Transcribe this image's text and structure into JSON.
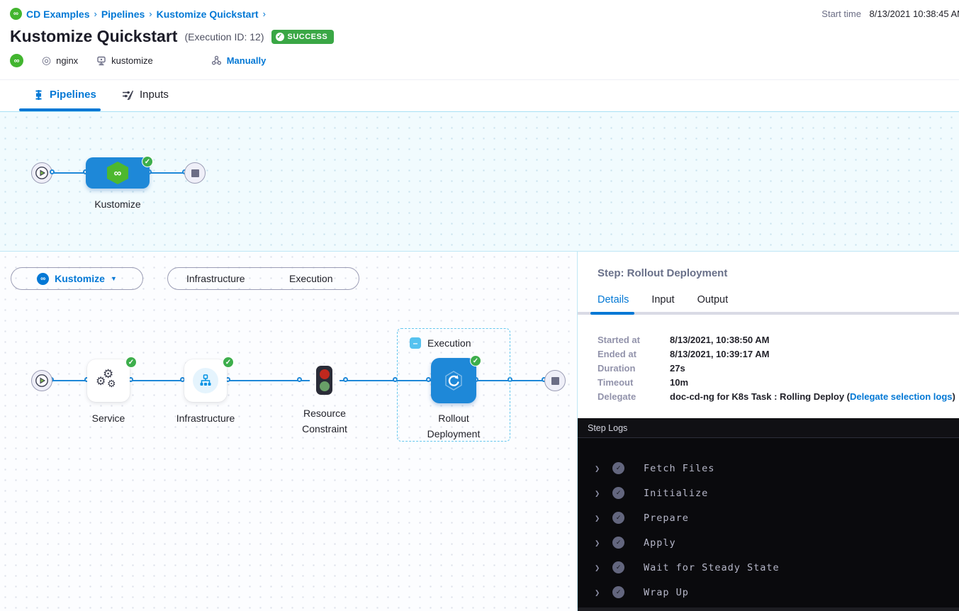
{
  "breadcrumb": {
    "items": [
      "CD Examples",
      "Pipelines",
      "Kustomize Quickstart"
    ],
    "separator": "›"
  },
  "header": {
    "title": "Kustomize Quickstart",
    "execution_id": "(Execution ID: 12)",
    "status": "SUCCESS",
    "start_time_label": "Start time",
    "start_time_value": "8/13/2021 10:38:45 AM",
    "tags": {
      "service": "nginx",
      "environment": "kustomize",
      "trigger": "Manually"
    }
  },
  "tabs": {
    "pipelines": "Pipelines",
    "inputs": "Inputs"
  },
  "stage_graph": {
    "stage_label": "Kustomize"
  },
  "execution_graph": {
    "stage_selector": "Kustomize",
    "toggle": {
      "infrastructure": "Infrastructure",
      "execution": "Execution"
    },
    "group_label": "Execution",
    "nodes": {
      "service": "Service",
      "infrastructure": "Infrastructure",
      "resource_constraint_line1": "Resource",
      "resource_constraint_line2": "Constraint",
      "rollout_line1": "Rollout",
      "rollout_line2": "Deployment"
    }
  },
  "step_panel": {
    "title": "Step: Rollout Deployment",
    "tabs": {
      "details": "Details",
      "input": "Input",
      "output": "Output"
    },
    "details": [
      {
        "label": "Started at",
        "value": "8/13/2021, 10:38:50 AM"
      },
      {
        "label": "Ended at",
        "value": "8/13/2021, 10:39:17 AM"
      },
      {
        "label": "Duration",
        "value": "27s"
      },
      {
        "label": "Timeout",
        "value": "10m"
      },
      {
        "label": "Delegate",
        "value_prefix": "doc-cd-ng for K8s Task : Rolling Deploy (",
        "link": "Delegate selection logs",
        "value_suffix": ")"
      }
    ]
  },
  "step_logs": {
    "title": "Step Logs",
    "items": [
      "Fetch Files",
      "Initialize",
      "Prepare",
      "Apply",
      "Wait for Steady State",
      "Wrap Up"
    ]
  },
  "colors": {
    "accent_blue": "#0278d5",
    "node_blue": "#1e88d8",
    "success_green": "#3aa745",
    "harness_green": "#42b52f",
    "canvas_cyan": "#f1fbfe",
    "logs_bg": "#0a0a0d"
  }
}
